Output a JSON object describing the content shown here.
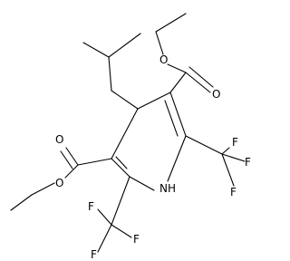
{
  "molecule": {
    "atoms": {
      "ester_top_O_double": "O",
      "ester_top_O_single": "O",
      "ester_left_O_double": "O",
      "ester_left_O_single": "O",
      "ring_NH": "NH",
      "cf3_right_F1": "F",
      "cf3_right_F2": "F",
      "cf3_right_F3": "F",
      "cf3_left_F1": "F",
      "cf3_left_F2": "F",
      "cf3_left_F3": "F"
    }
  }
}
